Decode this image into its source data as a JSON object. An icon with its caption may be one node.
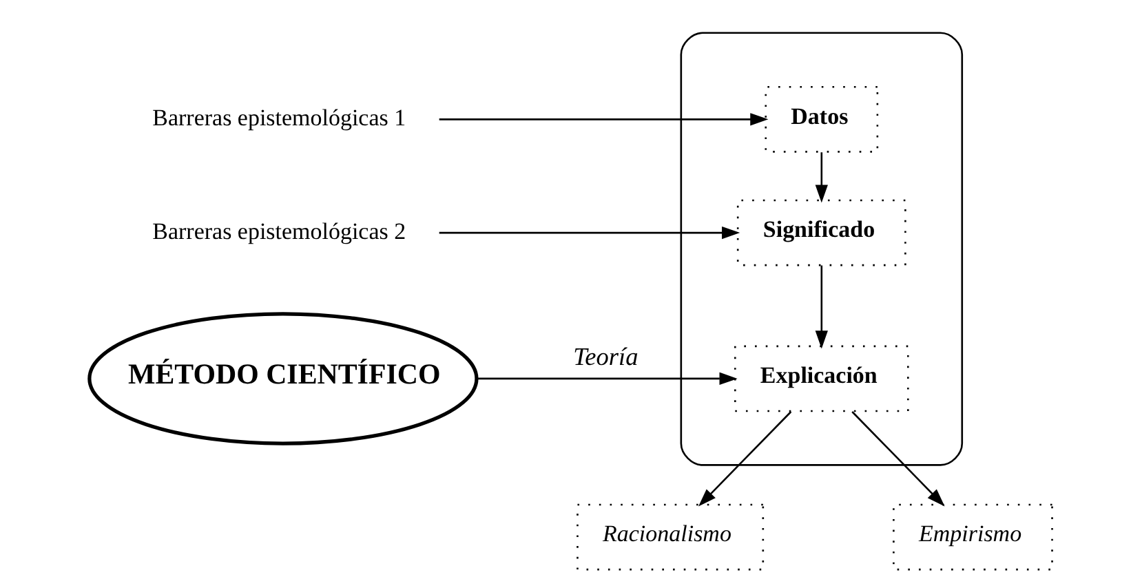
{
  "diagram": {
    "nodes": [
      {
        "text": [],
        "shape": "box"
      },
      {
        "text": [
          "Datos"
        ],
        "in": 0
      },
      {
        "text": [
          "Significado"
        ],
        "in": 0
      },
      {
        "text": [
          "Explicación"
        ],
        "in": 0
      },
      {
        "text": [
          "Racionalismo"
        ]
      },
      {
        "text": [
          "Empirismo"
        ]
      },
      {
        "text": [
          "MÉTODO CIENTÍFICO"
        ]
      },
      {
        "text": [
          "Barreras epistemológicas 1"
        ]
      },
      {
        "text": [
          "Barreras epistemológicas 2"
        ]
      }
    ],
    "edges": [
      {
        "from": 7,
        "to": 1,
        "arrow": "to"
      },
      {
        "from": 8,
        "to": 2,
        "arrow": "to"
      },
      {
        "from": 1,
        "to": 2,
        "arrow": "to"
      },
      {
        "from": 2,
        "to": 3,
        "arrow": "to"
      },
      {
        "from": 3,
        "to": 4,
        "arrow": "to"
      },
      {
        "from": 3,
        "to": 5,
        "arrow": "to"
      },
      {
        "from": 6,
        "to": 3,
        "arrow": "to",
        "label": "Teoría"
      }
    ]
  }
}
